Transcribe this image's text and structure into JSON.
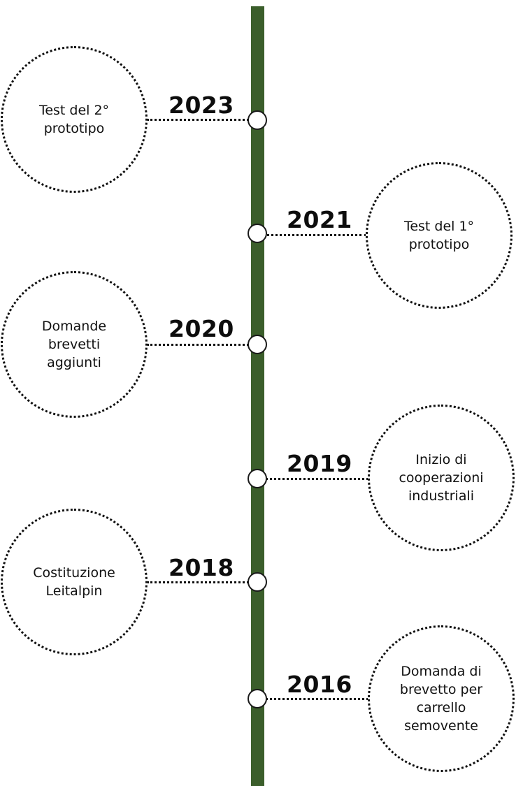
{
  "timeline": {
    "events": [
      {
        "year": "2023",
        "text": "Test del 2°\nprototipo"
      },
      {
        "year": "2021",
        "text": "Test del 1°\nprototipo"
      },
      {
        "year": "2020",
        "text": "Domande\nbrevetti\naggiunti"
      },
      {
        "year": "2019",
        "text": "Inizio di\ncooperazioni\nindustriali"
      },
      {
        "year": "2018",
        "text": "Costituzione\nLeitalpin"
      },
      {
        "year": "2016",
        "text": "Domanda di\nbrevetto per\ncarrello\nsemovente"
      }
    ]
  },
  "colors": {
    "spine": "#3b5e2b",
    "ink": "#111111",
    "background": "#ffffff"
  }
}
